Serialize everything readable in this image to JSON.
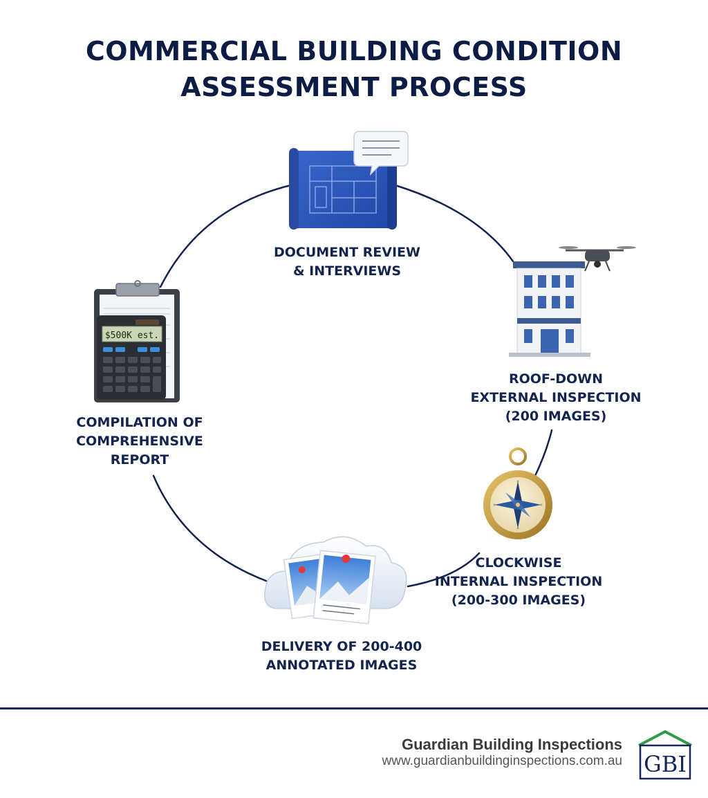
{
  "title": {
    "line1": "COMMERCIAL BUILDING CONDITION",
    "line2": "ASSESSMENT PROCESS"
  },
  "steps": [
    {
      "id": "document-review",
      "lines": [
        "DOCUMENT REVIEW",
        "& INTERVIEWS"
      ],
      "icon": "blueprint-icon"
    },
    {
      "id": "external-inspection",
      "lines": [
        "ROOF-DOWN",
        "EXTERNAL INSPECTION",
        "(200 IMAGES)"
      ],
      "icon": "building-drone-icon"
    },
    {
      "id": "internal-inspection",
      "lines": [
        "CLOCKWISE",
        "INTERNAL INSPECTION",
        "(200-300 IMAGES)"
      ],
      "icon": "compass-icon"
    },
    {
      "id": "image-delivery",
      "lines": [
        "DELIVERY OF 200-400",
        "ANNOTATED IMAGES"
      ],
      "icon": "cloud-photos-icon"
    },
    {
      "id": "report-compilation",
      "lines": [
        "COMPILATION OF",
        "COMPREHENSIVE",
        "REPORT"
      ],
      "icon": "calculator-clipboard-icon"
    }
  ],
  "calculator_display": "$500K est.",
  "footer": {
    "company": "Guardian Building Inspections",
    "url": "www.guardianbuildinginspections.com.au",
    "logo_text": "GBI"
  },
  "colors": {
    "navy": "#0d1c44",
    "blueprint": "#2a54b8",
    "logo_green": "#2f9a4a"
  }
}
